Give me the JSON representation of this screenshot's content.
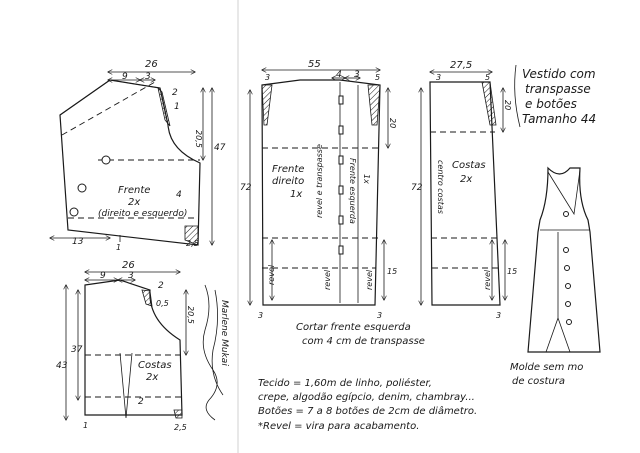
{
  "pattern": {
    "title_lines": [
      "Vestido com",
      "transpasse",
      "e botões",
      "Tamanho 44"
    ],
    "front_top": {
      "width": "26",
      "seg_left": "9",
      "seg_mid": "3",
      "neck_drop": "2",
      "shoulder": "1",
      "armhole": "20,5",
      "length": "47",
      "notch": "4",
      "side": "2,5",
      "bottom_left": "13",
      "bottom_mark": "1",
      "label": "Frente",
      "qty": "2x",
      "note": "(direito e esquerdo)"
    },
    "back_top": {
      "width": "26",
      "seg_left": "9",
      "seg_mid": "3",
      "neck": "2",
      "armhole_drop": "0,5",
      "armhole": "20,5",
      "length_inner": "37",
      "length": "43",
      "dart": "2",
      "side": "2,5",
      "bottom_mark": "1",
      "label": "Costas",
      "qty": "2x"
    },
    "front_skirt": {
      "width": "55",
      "seg_a": "4",
      "seg_b": "3",
      "corner_left": "3",
      "corner_right": "5",
      "top_drop": "20",
      "length": "72",
      "hem": "15",
      "bottom_left": "3",
      "bottom_right": "3",
      "label_line1": "Frente",
      "label_line2": "direito",
      "qty": "1x",
      "label_left": "Frente esquerda",
      "qty_left": "1x",
      "fold_label": "revel e transpasse",
      "revel1": "revel",
      "revel2": "revel",
      "revel3": "revel"
    },
    "back_skirt": {
      "width": "27,5",
      "corner_left": "3",
      "corner_right": "5",
      "top_drop": "20",
      "length": "72",
      "hem": "15",
      "bottom_mark": "3",
      "label": "Costas",
      "qty": "2x",
      "center_label": "centro costas",
      "revel": "revel"
    },
    "cut_note": [
      "Cortar frente esquerda",
      "com 4 cm de transpasse"
    ],
    "mould_note": [
      "Molde sem mo",
      "de costura"
    ],
    "materials": [
      "Tecido = 1,60m de linho, poliéster,",
      "crepe, algodão egípcio, denim, chambray...",
      "Botões = 7 a 8 botões de 2cm de diâmetro.",
      "*Revel = vira para acabamento."
    ],
    "signature": "Marlene Mukai"
  }
}
